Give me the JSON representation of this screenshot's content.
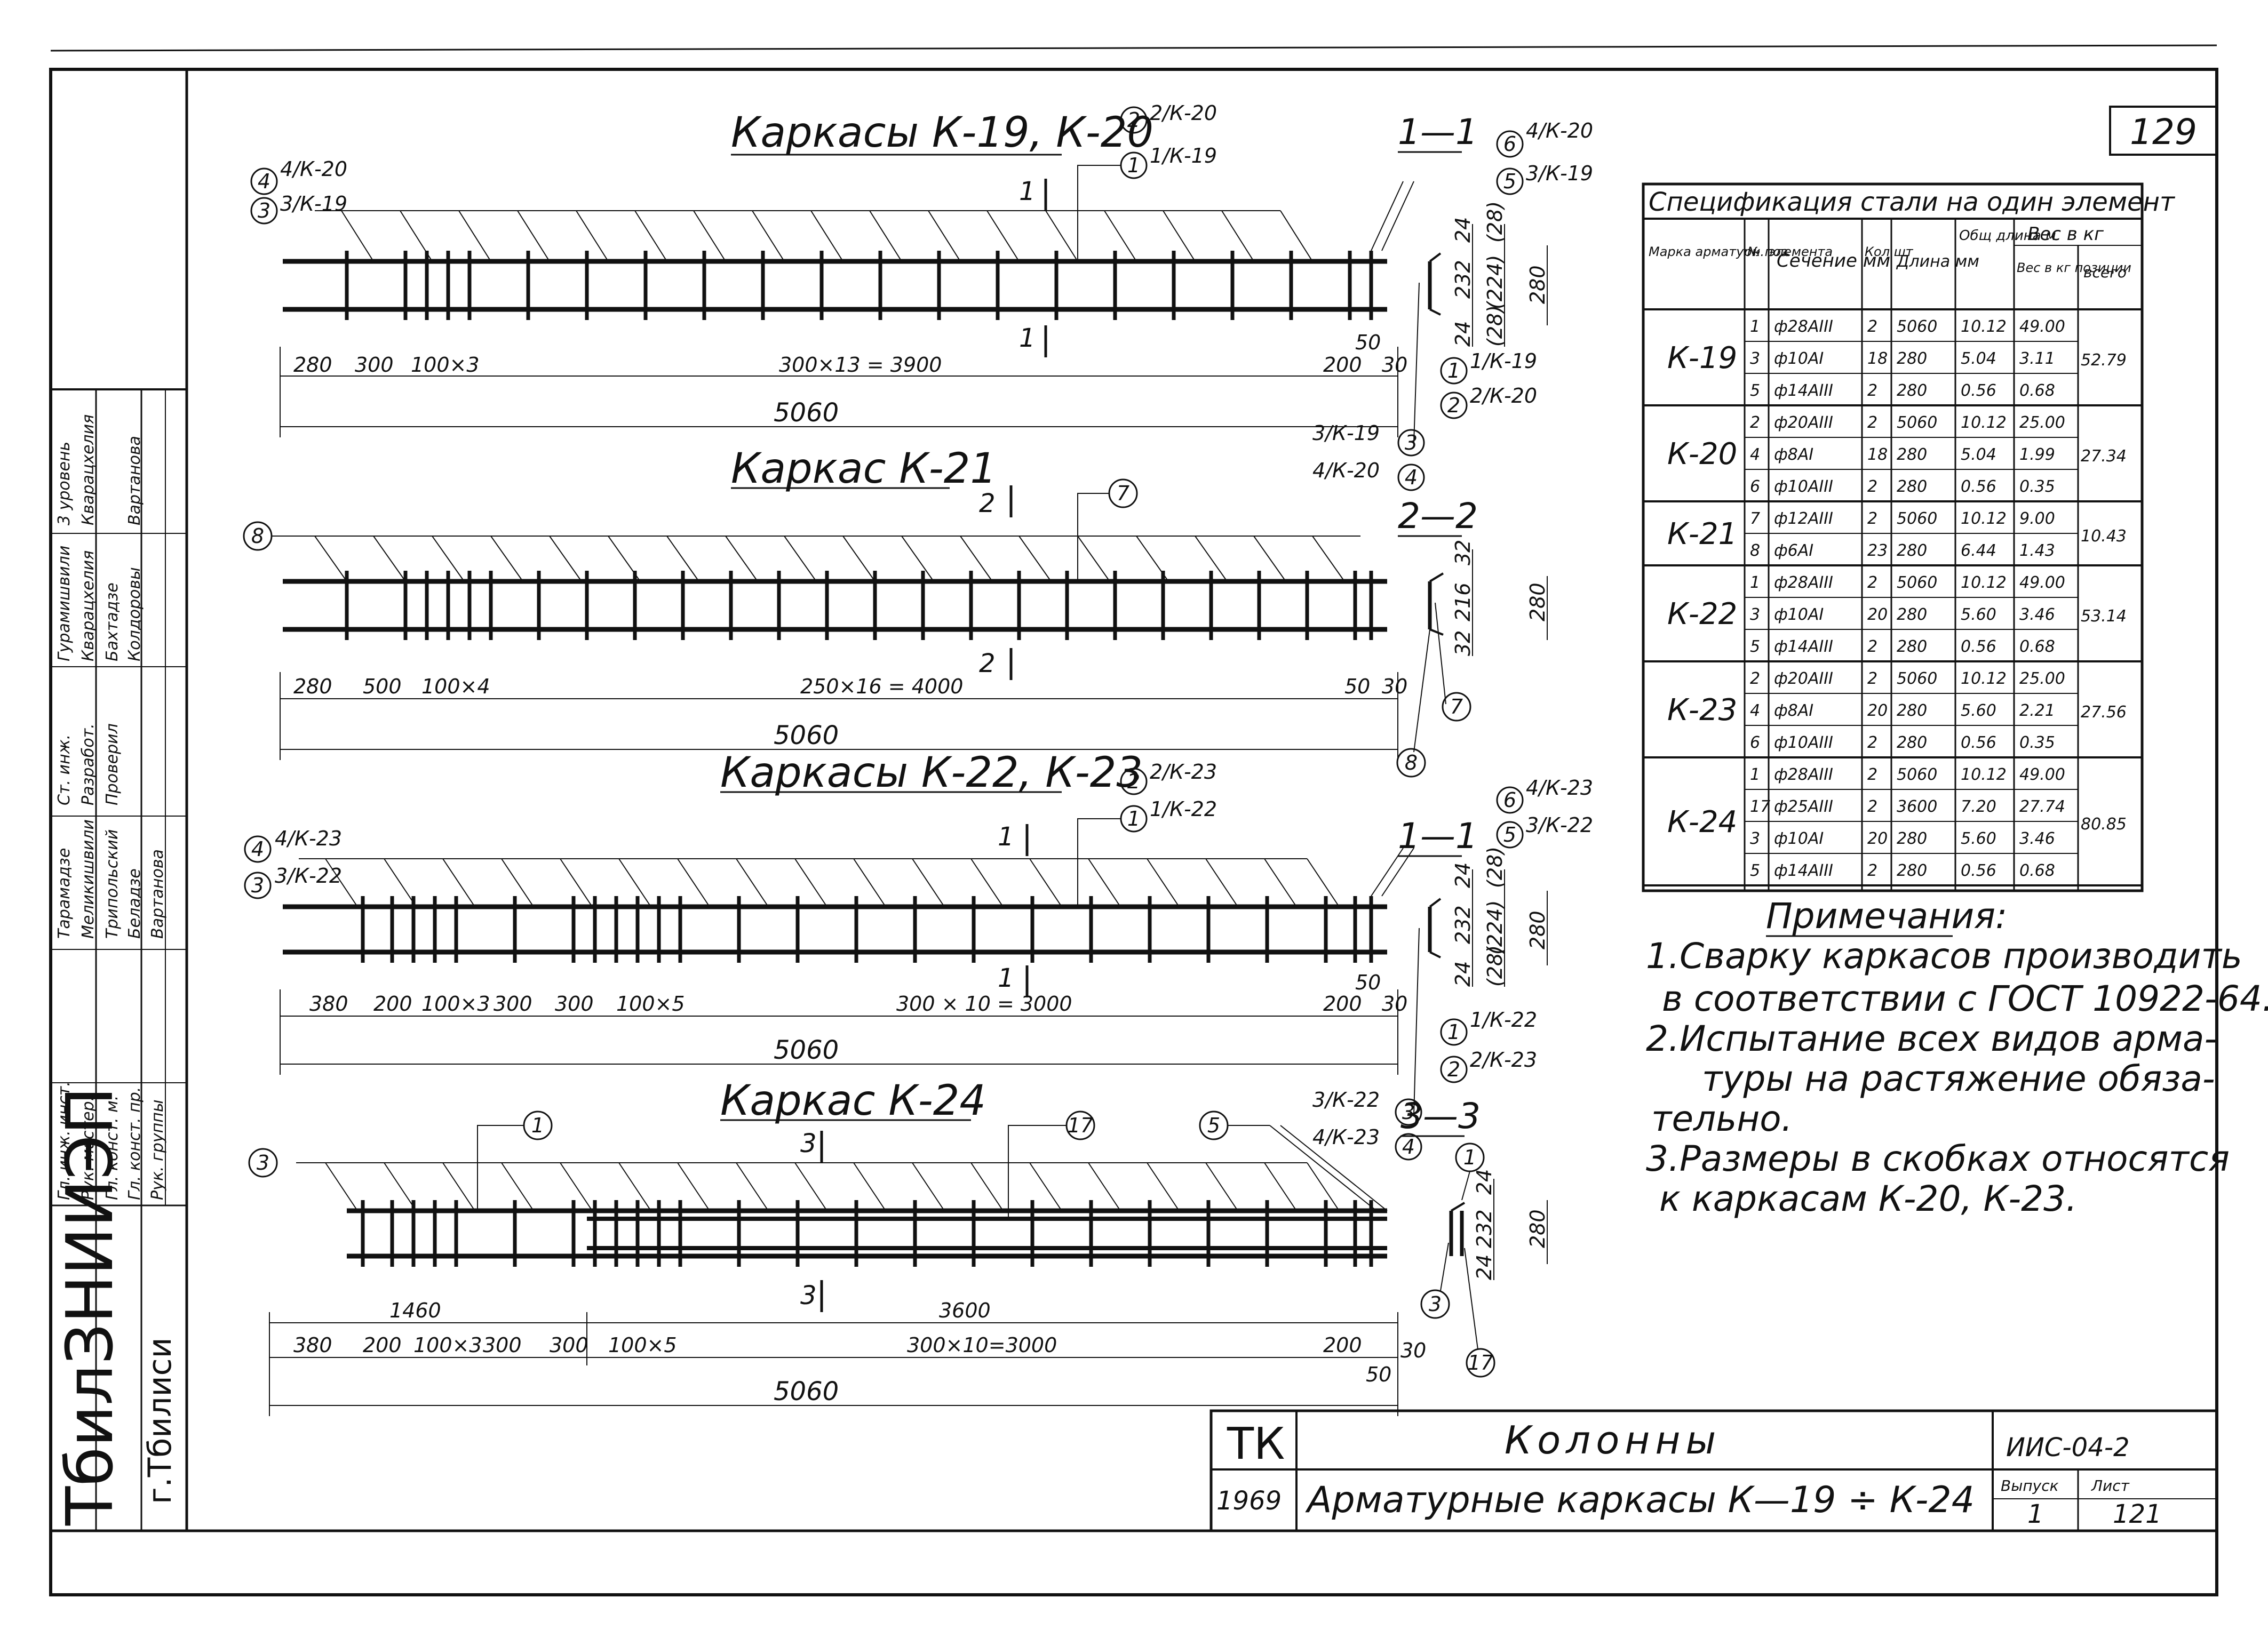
{
  "sheet_number": "129",
  "frames": {
    "k19_k20": {
      "title": "Каркасы К-19, К-20",
      "labels": [
        "4/К-20",
        "3/К-19",
        "2/К-20",
        "1/К-19",
        "1",
        "1"
      ],
      "dims": [
        "280",
        "300",
        "100×3",
        "300×13 = 3900",
        "200",
        "50",
        "30",
        "5060"
      ]
    },
    "k21": {
      "title": "Каркас К-21",
      "labels": [
        "8",
        "2",
        "7",
        "2"
      ],
      "dims": [
        "280",
        "500",
        "100×4",
        "250×16 = 4000",
        "50",
        "30",
        "5060"
      ]
    },
    "k22_k23": {
      "title": "Каркасы К-22, К-23",
      "labels": [
        "4/К-23",
        "3/К-22",
        "2/К-23",
        "1/К-22",
        "1",
        "1"
      ],
      "dims": [
        "380",
        "200",
        "100×3",
        "300",
        "300",
        "100×5",
        "300 × 10 = 3000",
        "200",
        "50",
        "30",
        "5060"
      ]
    },
    "k24": {
      "title": "Каркас К-24",
      "labels": [
        "3",
        "1",
        "3",
        "17",
        "5",
        "3"
      ],
      "dims": [
        "1460",
        "3600",
        "380",
        "200",
        "100×3",
        "300",
        "300",
        "100×5",
        "300×10=3000",
        "200",
        "50",
        "30",
        "5060"
      ]
    }
  },
  "sections": {
    "s1": {
      "title": "1—1",
      "labels": [
        "6",
        "4/К-20",
        "5",
        "3/К-19",
        "1",
        "1/К-19",
        "2",
        "2/К-20",
        "3",
        "4"
      ],
      "callouts": [
        "3/К-19",
        "4/К-20"
      ],
      "dims": [
        "24",
        "232",
        "24",
        "(28)",
        "(224)",
        "(28)",
        "280"
      ]
    },
    "s2": {
      "title": "2—2",
      "labels": [
        "7",
        "8"
      ],
      "dims": [
        "32",
        "216",
        "32",
        "280"
      ]
    },
    "s1b": {
      "title": "1—1",
      "labels": [
        "6",
        "4/К-23",
        "5",
        "3/К-22",
        "1",
        "1/К-22",
        "2",
        "2/К-23",
        "3",
        "4"
      ],
      "callouts": [
        "3/К-22",
        "4/К-23"
      ],
      "dims": [
        "24",
        "232",
        "24",
        "(28)",
        "(224)",
        "(28)",
        "280"
      ]
    },
    "s3": {
      "title": "3—3",
      "labels": [
        "1",
        "3",
        "17"
      ],
      "dims": [
        "24",
        "232",
        "24",
        "280"
      ]
    }
  },
  "spec_table": {
    "title": "Спецификация стали на один элемент",
    "headers": [
      "Марка арматурн. элемента",
      "№ поз",
      "Сечение мм",
      "Кол шт",
      "Длина мм",
      "Общ длина м",
      "Вес в кг позиции",
      "всего"
    ],
    "group_header": "Вес в кг",
    "groups": [
      {
        "mark": "К-19",
        "total": "52.79",
        "rows": [
          [
            "1",
            "ф28АIII",
            "2",
            "5060",
            "10.12",
            "49.00"
          ],
          [
            "3",
            "ф10АI",
            "18",
            "280",
            "5.04",
            "3.11"
          ],
          [
            "5",
            "ф14АIII",
            "2",
            "280",
            "0.56",
            "0.68"
          ]
        ]
      },
      {
        "mark": "К-20",
        "total": "27.34",
        "rows": [
          [
            "2",
            "ф20АIII",
            "2",
            "5060",
            "10.12",
            "25.00"
          ],
          [
            "4",
            "ф8АI",
            "18",
            "280",
            "5.04",
            "1.99"
          ],
          [
            "6",
            "ф10АIII",
            "2",
            "280",
            "0.56",
            "0.35"
          ]
        ]
      },
      {
        "mark": "К-21",
        "total": "10.43",
        "rows": [
          [
            "7",
            "ф12АIII",
            "2",
            "5060",
            "10.12",
            "9.00"
          ],
          [
            "8",
            "ф6АI",
            "23",
            "280",
            "6.44",
            "1.43"
          ]
        ]
      },
      {
        "mark": "К-22",
        "total": "53.14",
        "rows": [
          [
            "1",
            "ф28АIII",
            "2",
            "5060",
            "10.12",
            "49.00"
          ],
          [
            "3",
            "ф10АI",
            "20",
            "280",
            "5.60",
            "3.46"
          ],
          [
            "5",
            "ф14АIII",
            "2",
            "280",
            "0.56",
            "0.68"
          ]
        ]
      },
      {
        "mark": "К-23",
        "total": "27.56",
        "rows": [
          [
            "2",
            "ф20АIII",
            "2",
            "5060",
            "10.12",
            "25.00"
          ],
          [
            "4",
            "ф8АI",
            "20",
            "280",
            "5.60",
            "2.21"
          ],
          [
            "6",
            "ф10АIII",
            "2",
            "280",
            "0.56",
            "0.35"
          ]
        ]
      },
      {
        "mark": "К-24",
        "total": "80.85",
        "rows": [
          [
            "1",
            "ф28АIII",
            "2",
            "5060",
            "10.12",
            "49.00"
          ],
          [
            "17",
            "ф25АIII",
            "2",
            "3600",
            "7.20",
            "27.74"
          ],
          [
            "3",
            "ф10АI",
            "20",
            "280",
            "5.60",
            "3.46"
          ],
          [
            "5",
            "ф14АIII",
            "2",
            "280",
            "0.56",
            "0.68"
          ]
        ]
      }
    ]
  },
  "notes": {
    "title": "Примечания:",
    "lines": [
      "1.Сварку каркасов производить",
      "в соответствии с ГОСТ 10922-64.",
      "2.Испытание всех видов арма-",
      "туры на растяжение обяза-",
      "тельно.",
      "3.Размеры в скобках относятся",
      "к каркасам К-20, К-23."
    ]
  },
  "title_block": {
    "tk": "ТК",
    "name": "Колонны",
    "code": "ИИС-04-2",
    "year": "1969",
    "subtitle": "Арматурные каркасы К—19 ÷ К-24",
    "issue_label": "Выпуск",
    "issue": "1",
    "sheet_label": "Лист",
    "sheet": "121"
  },
  "institute": {
    "name": "ТбилЗНИИЭП",
    "city": "г.Тбилиси"
  },
  "stamp_rows": [
    [
      "Гл. инж. инст.",
      "Тарамадзе",
      "",
      "Ст. инж.",
      "Гурамишвили",
      "",
      "3 уровень",
      "Кварацхелия"
    ],
    [
      "Рук. мастер.",
      "Меликишвили",
      "",
      "Разработ.",
      "Кварацхелия",
      "",
      "",
      "Вартанова"
    ],
    [
      "Гл. конст. м.",
      "Трипольский",
      "",
      "Проверил",
      "Бахтадзе",
      "",
      "",
      ""
    ],
    [
      "Гл. конст. пр.",
      "Беладзе",
      "",
      "",
      "Колдоровы",
      "",
      "",
      ""
    ],
    [
      "Рук. группы",
      "Вартанова",
      "",
      "",
      "",
      "",
      "",
      ""
    ]
  ]
}
